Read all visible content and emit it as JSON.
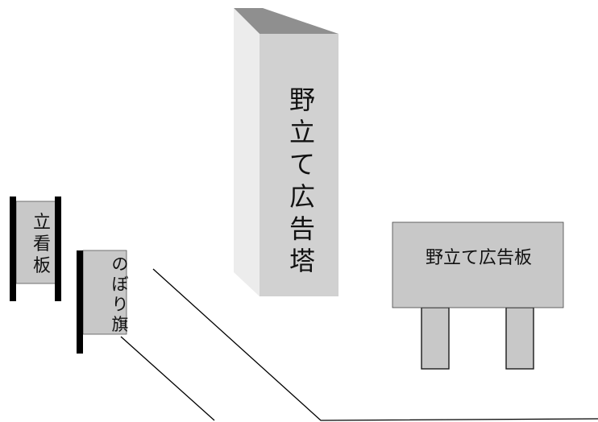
{
  "colors": {
    "background": "#ffffff",
    "tower_front": "#d1d1d1",
    "tower_side": "#ececec",
    "tower_top": "#8f8f8f",
    "panel_gray": "#c8c8c8",
    "post_black": "#000000",
    "stroke": "#1a1a1a"
  },
  "labels": {
    "tower": [
      "野",
      "立",
      "て",
      "広",
      "告",
      "塔"
    ],
    "standing_sign": [
      "立",
      "看",
      "板"
    ],
    "banner_flag": [
      "の",
      "ぼ",
      "り",
      "旗"
    ],
    "billboard": "野立て広告板"
  }
}
